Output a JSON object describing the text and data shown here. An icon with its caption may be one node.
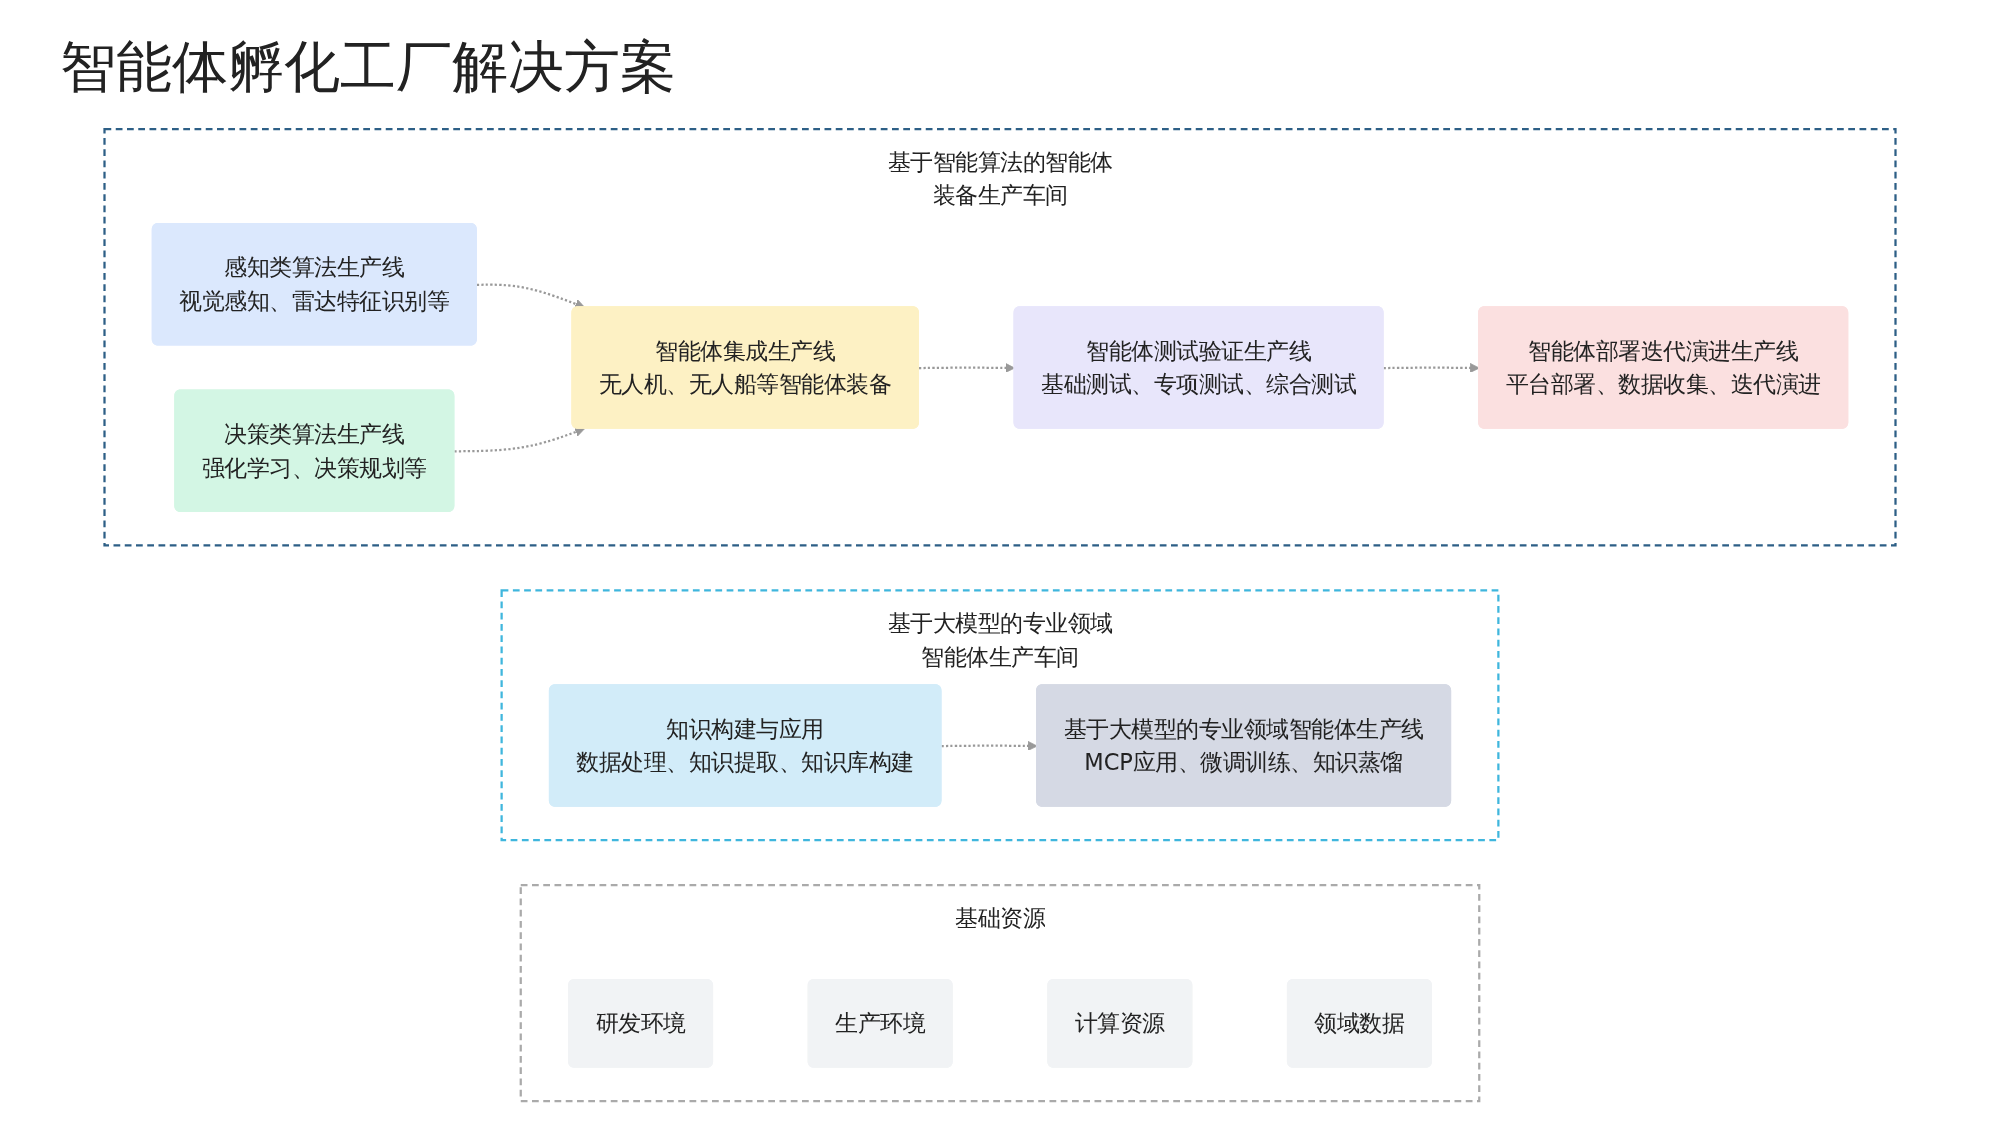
{
  "diagram": {
    "title": "智能体孵化工厂解决方案",
    "nodes": [
      {
        "text": [
          "基于智能算法的智能体装备生产车间"
        ]
      },
      {
        "text": [
          "感知类算法生产线",
          "视觉感知、雷达特征识别等"
        ],
        "in": 0
      },
      {
        "text": [
          "决策类算法生产线",
          "强化学习、决策规划等"
        ],
        "in": 0
      },
      {
        "text": [
          "智能体集成生产线",
          "无人机、无人船等智能体装备"
        ],
        "in": 0
      },
      {
        "text": [
          "智能体测试验证生产线",
          "基础测试、专项测试、综合测试"
        ],
        "in": 0
      },
      {
        "text": [
          "智能体部署迭代演进生产线",
          "平台部署、数据收集、迭代演进"
        ],
        "in": 0
      },
      {
        "text": [
          "基于大模型的专业领域智能体生产车间"
        ]
      },
      {
        "text": [
          "知识构建与应用",
          "数据处理、知识提取、知识库构建"
        ],
        "in": 6
      },
      {
        "text": [
          "基于大模型的专业领域智能体生产线",
          "MCP应用、微调训练、知识蒸馏"
        ],
        "in": 6
      },
      {
        "text": [
          "基础资源"
        ]
      },
      {
        "text": [
          "研发环境"
        ],
        "in": 9
      },
      {
        "text": [
          "生产环境"
        ],
        "in": 9
      },
      {
        "text": [
          "计算资源"
        ],
        "in": 9
      },
      {
        "text": [
          "领域数据"
        ],
        "in": 9
      }
    ],
    "edges": [
      {
        "from": 1,
        "to": 3,
        "arrow": "to",
        "style": "dashed"
      },
      {
        "from": 2,
        "to": 3,
        "arrow": "to",
        "style": "dashed"
      },
      {
        "from": 3,
        "to": 4,
        "arrow": "to",
        "style": "dashed"
      },
      {
        "from": 4,
        "to": 5,
        "arrow": "to",
        "style": "dashed"
      },
      {
        "from": 7,
        "to": 8,
        "arrow": "to",
        "style": "dashed"
      }
    ]
  }
}
